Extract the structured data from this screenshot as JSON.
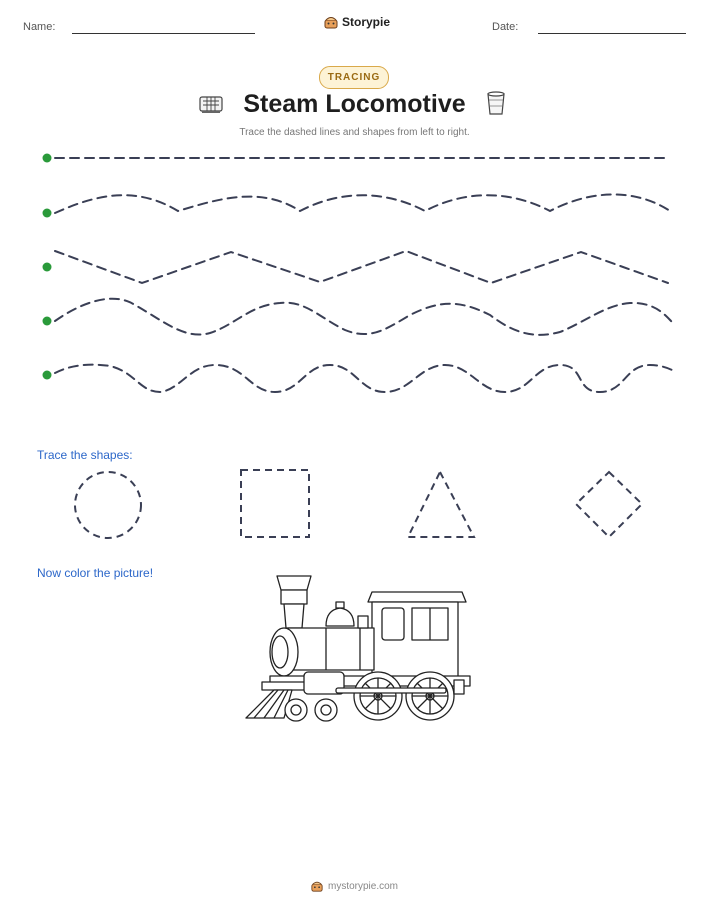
{
  "header": {
    "name_label": "Name:",
    "date_label": "Date:",
    "brand": "Storypie"
  },
  "badge": "TRACING",
  "title": "Steam Locomotive",
  "subtitle": "Trace the dashed lines and shapes from left to right.",
  "sections": {
    "shapes": "Trace the shapes:",
    "color": "Now color the picture!"
  },
  "tracing_lines": [
    "straight",
    "wave",
    "zigzag",
    "wave",
    "wave"
  ],
  "shapes": [
    "circle",
    "square",
    "triangle",
    "diamond"
  ],
  "footer": "mystorypie.com",
  "colors": {
    "start_dot": "#2a9a3a",
    "dash": "#3a3f55",
    "section_text": "#2c67c9",
    "badge_border": "#d9a94a"
  }
}
